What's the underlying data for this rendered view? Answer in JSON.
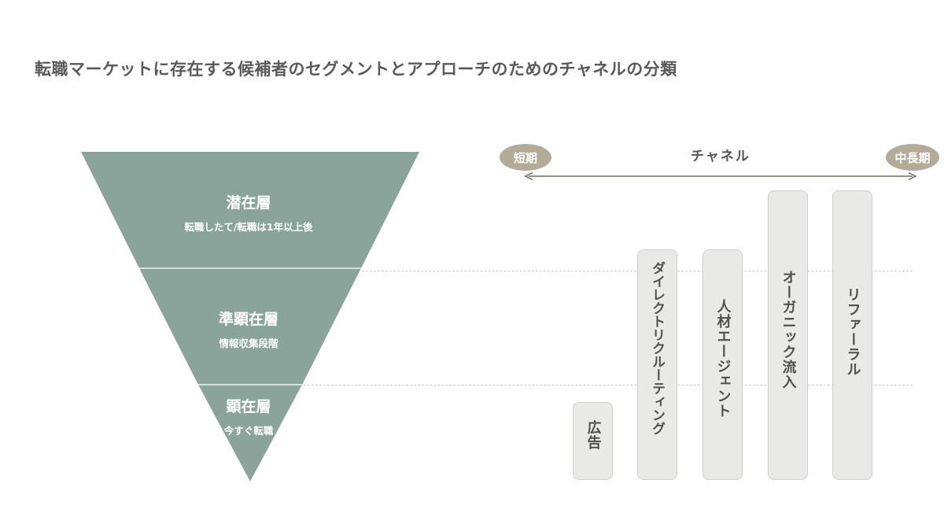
{
  "title": "転職マーケットに存在する候補者のセグメントとアプローチのためのチャネルの分類",
  "funnel": {
    "color": "#8aa49c",
    "layers": [
      {
        "name": "潜在層",
        "desc": "転職したて/転職は1年以上後"
      },
      {
        "name": "準顕在層",
        "desc": "情報収集段階"
      },
      {
        "name": "顕在層",
        "desc": "今すぐ転職"
      }
    ]
  },
  "axis": {
    "label": "チャネル",
    "left_badge": "短期",
    "right_badge": "中長期",
    "badge_color": "#b3ab97",
    "line_color": "#6b6b5c"
  },
  "channels": [
    {
      "label": "広告"
    },
    {
      "label": "ダイレクトリクルーティング"
    },
    {
      "label": "人材エージェント"
    },
    {
      "label": "オーガニック流入"
    },
    {
      "label": "リファーラル"
    }
  ]
}
